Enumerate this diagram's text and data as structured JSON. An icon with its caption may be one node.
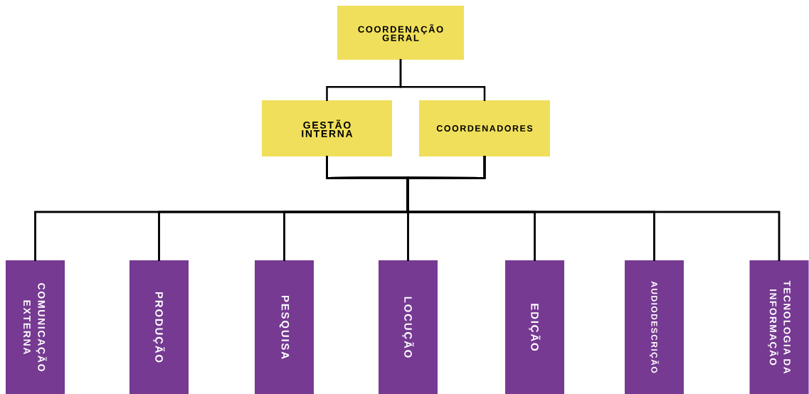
{
  "diagram": {
    "nodes": [
      {
        "text": [
          "COORDENAÇÃO GERAL"
        ]
      },
      {
        "text": [
          "GESTÃO INTERNA"
        ]
      },
      {
        "text": [
          "COORDENADORES"
        ]
      },
      {
        "text": [
          "COMUNICAÇÃO EXTERNA"
        ]
      },
      {
        "text": [
          "PRODUÇÃO"
        ]
      },
      {
        "text": [
          "PESQUISA"
        ]
      },
      {
        "text": [
          "LOCUÇÃO"
        ]
      },
      {
        "text": [
          "EDIÇÃO"
        ]
      },
      {
        "text": [
          "AUDIODESCRIÇÃO"
        ]
      },
      {
        "text": [
          "TECNOLOGIA DA INFORMAÇÃO"
        ]
      }
    ],
    "edges": [
      {
        "from": 0,
        "to": 1,
        "arrow": "none"
      },
      {
        "from": 0,
        "to": 2,
        "arrow": "none"
      },
      {
        "from": 1,
        "to": 3,
        "arrow": "none"
      },
      {
        "from": 1,
        "to": 4,
        "arrow": "none"
      },
      {
        "from": 1,
        "to": 5,
        "arrow": "none"
      },
      {
        "from": 1,
        "to": 6,
        "arrow": "none"
      },
      {
        "from": 1,
        "to": 7,
        "arrow": "none"
      },
      {
        "from": 1,
        "to": 8,
        "arrow": "none"
      },
      {
        "from": 1,
        "to": 9,
        "arrow": "none"
      },
      {
        "from": 2,
        "to": 3,
        "arrow": "none"
      },
      {
        "from": 2,
        "to": 4,
        "arrow": "none"
      },
      {
        "from": 2,
        "to": 5,
        "arrow": "none"
      },
      {
        "from": 2,
        "to": 6,
        "arrow": "none"
      },
      {
        "from": 2,
        "to": 7,
        "arrow": "none"
      },
      {
        "from": 2,
        "to": 8,
        "arrow": "none"
      },
      {
        "from": 2,
        "to": 9,
        "arrow": "none"
      }
    ]
  }
}
